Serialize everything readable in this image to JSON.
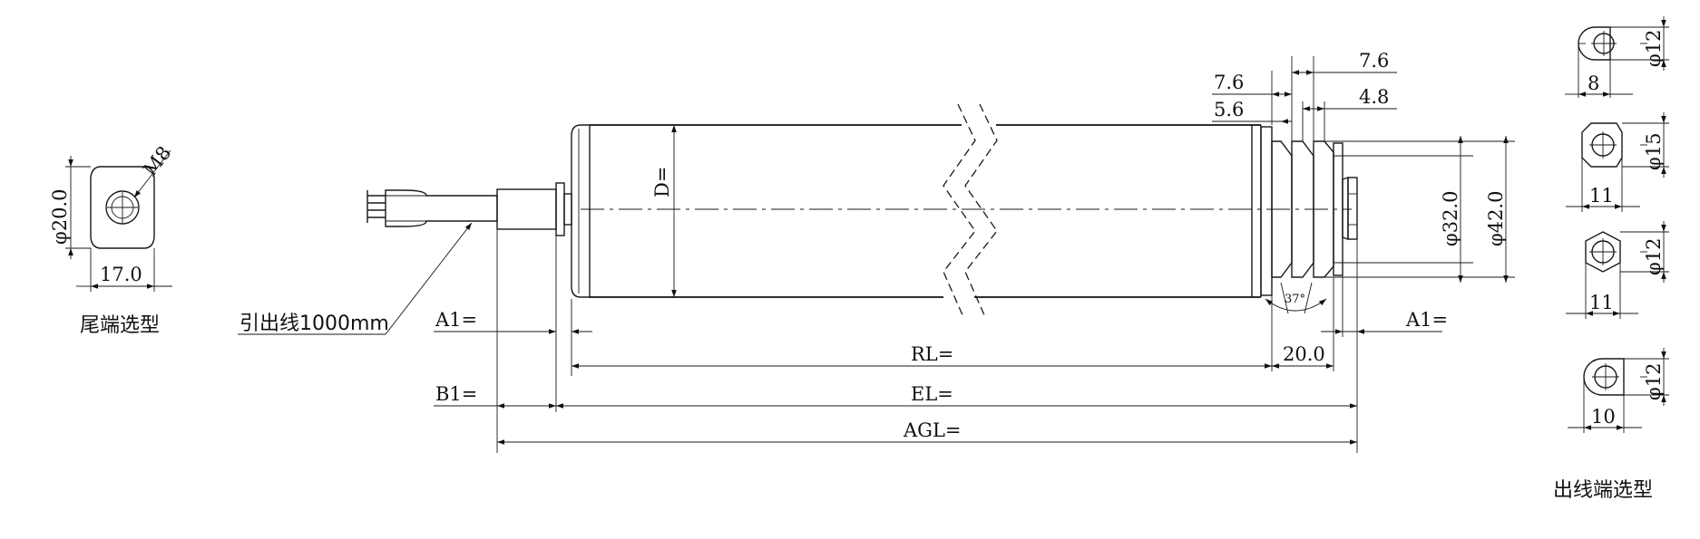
{
  "tail": {
    "thread_label": "M8",
    "dia_label": "φ20.0",
    "width_label": "17.0",
    "caption": "尾端选型"
  },
  "lead_wire_label": "引出线1000mm",
  "main": {
    "d_label": "D=",
    "rl_label": "RL=",
    "el_label": "EL=",
    "agl_label": "AGL=",
    "a1_left_label": "A1=",
    "a1_right_label": "A1=",
    "b1_label": "B1=",
    "end_len_label": "20.0",
    "groove_top_label": "7.6",
    "groove_right_label": "7.6",
    "groove_inner_label": "5.6",
    "groove_small_label": "4.8",
    "groove_dia_label": "φ32.0",
    "pulley_dia_label": "φ42.0",
    "angle_label": "37°"
  },
  "outlet": {
    "caption": "出线端选型",
    "variants": [
      {
        "width": "8",
        "dia": "φ12"
      },
      {
        "width": "11",
        "dia": "φ15"
      },
      {
        "width": "11",
        "dia": "φ12"
      },
      {
        "width": "10",
        "dia": "φ12"
      }
    ]
  }
}
